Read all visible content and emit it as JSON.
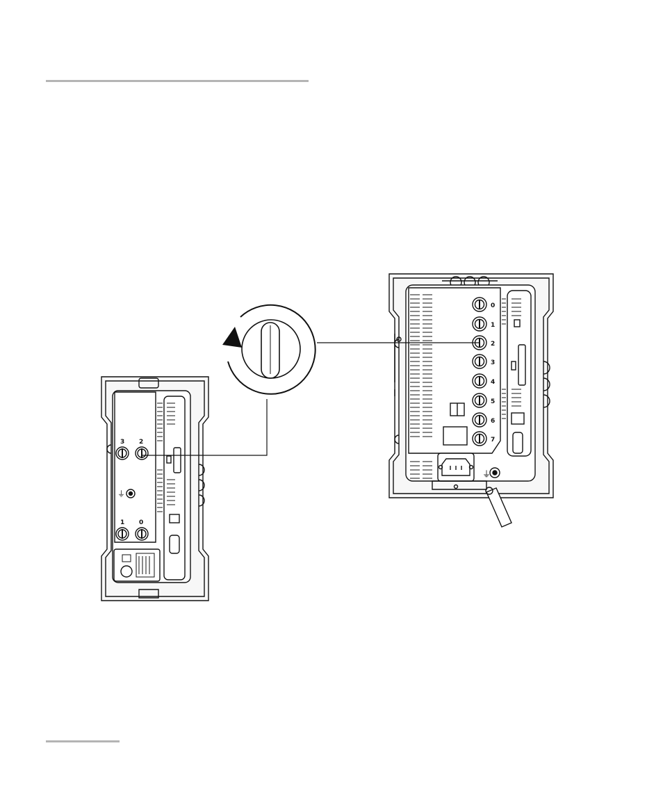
{
  "colors": {
    "rule": "#b4b4b4",
    "ink": "#111111",
    "housing_fill": "#f7f7f7",
    "panel_fill": "#ffffff"
  },
  "small_unit": {
    "port_labels": [
      "3",
      "2",
      "1",
      "0"
    ],
    "ground_symbol": "⏚"
  },
  "large_unit": {
    "port_labels": [
      "0",
      "1",
      "2",
      "3",
      "4",
      "5",
      "6",
      "7"
    ],
    "ground_symbol": "⏚"
  },
  "callout": {
    "icon": "rotate-counterclockwise-arrow"
  }
}
